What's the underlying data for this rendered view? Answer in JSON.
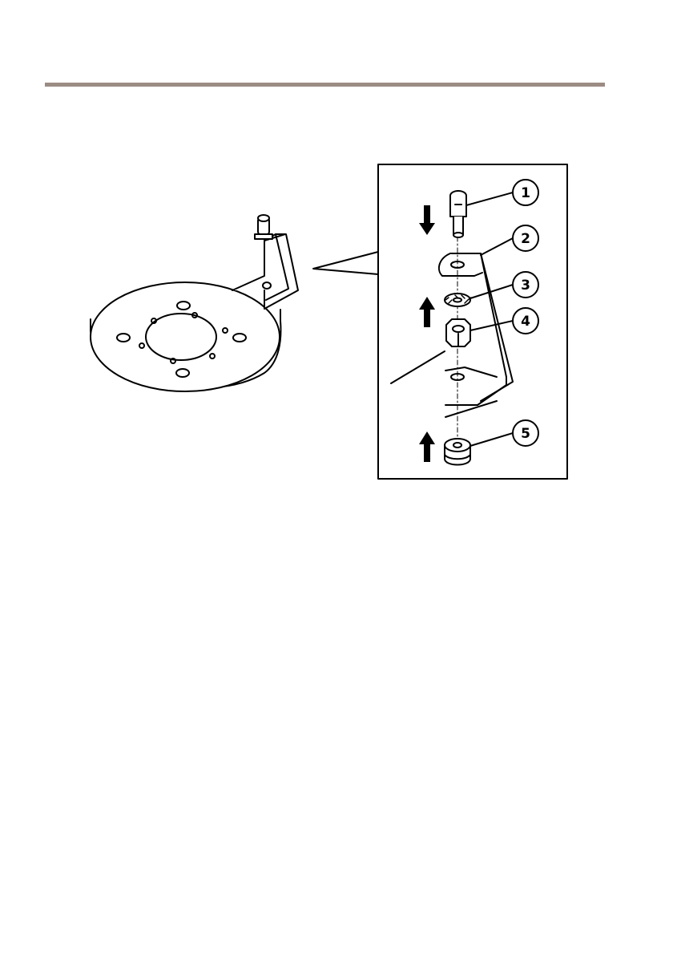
{
  "colors": {
    "rule": "#9b8c83",
    "ink": "#000000",
    "background": "#ffffff"
  },
  "figure": {
    "callouts": [
      {
        "number": "1",
        "part": "screw-icon"
      },
      {
        "number": "2",
        "part": "bracket-foot-icon"
      },
      {
        "number": "3",
        "part": "lock-washer-icon"
      },
      {
        "number": "4",
        "part": "hex-nut-icon"
      },
      {
        "number": "5",
        "part": "rubber-foot-icon"
      }
    ],
    "arrows": [
      "arrow-down-icon",
      "arrow-up-icon",
      "arrow-up-icon"
    ]
  }
}
